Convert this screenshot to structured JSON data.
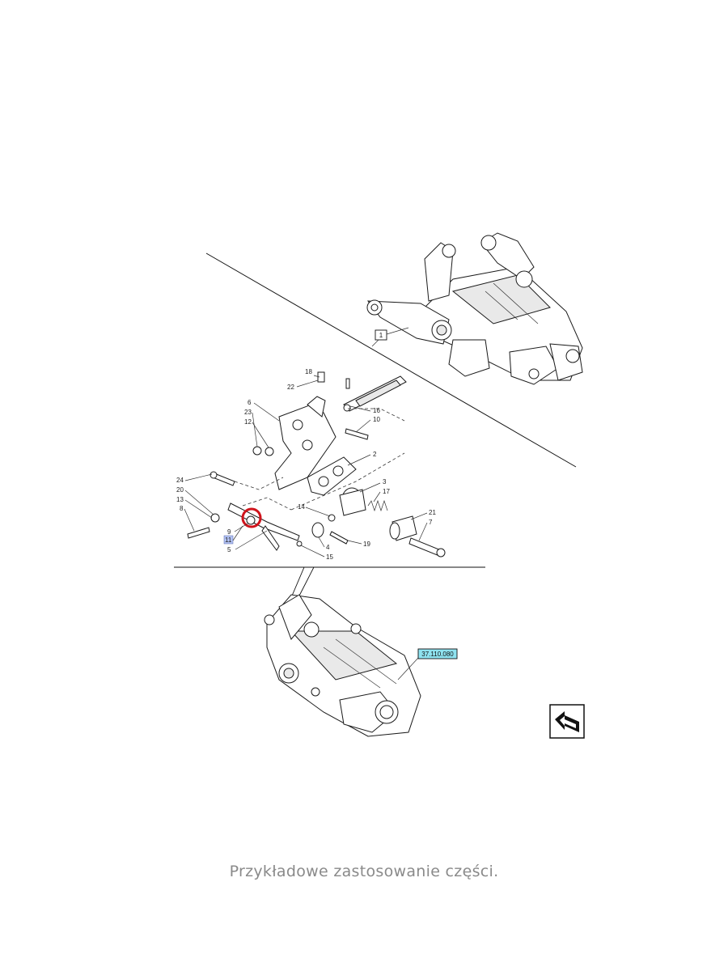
{
  "diagram": {
    "reference_label_top": "1",
    "reference_label_bottom": "37.110.080",
    "part_numbers": [
      "18",
      "22",
      "16",
      "10",
      "6",
      "23",
      "12",
      "2",
      "24",
      "20",
      "3",
      "17",
      "13",
      "14",
      "21",
      "8",
      "9",
      "7",
      "11",
      "4",
      "19",
      "5",
      "15"
    ],
    "highlighted_part": "11",
    "nav_icon": "next-page-arrow-icon",
    "highlight_color": "#d0141c",
    "ref_box_color": "#8fe3f0",
    "part_box_color": "#b3c3f5"
  },
  "caption": "Przykładowe zastosowanie części."
}
